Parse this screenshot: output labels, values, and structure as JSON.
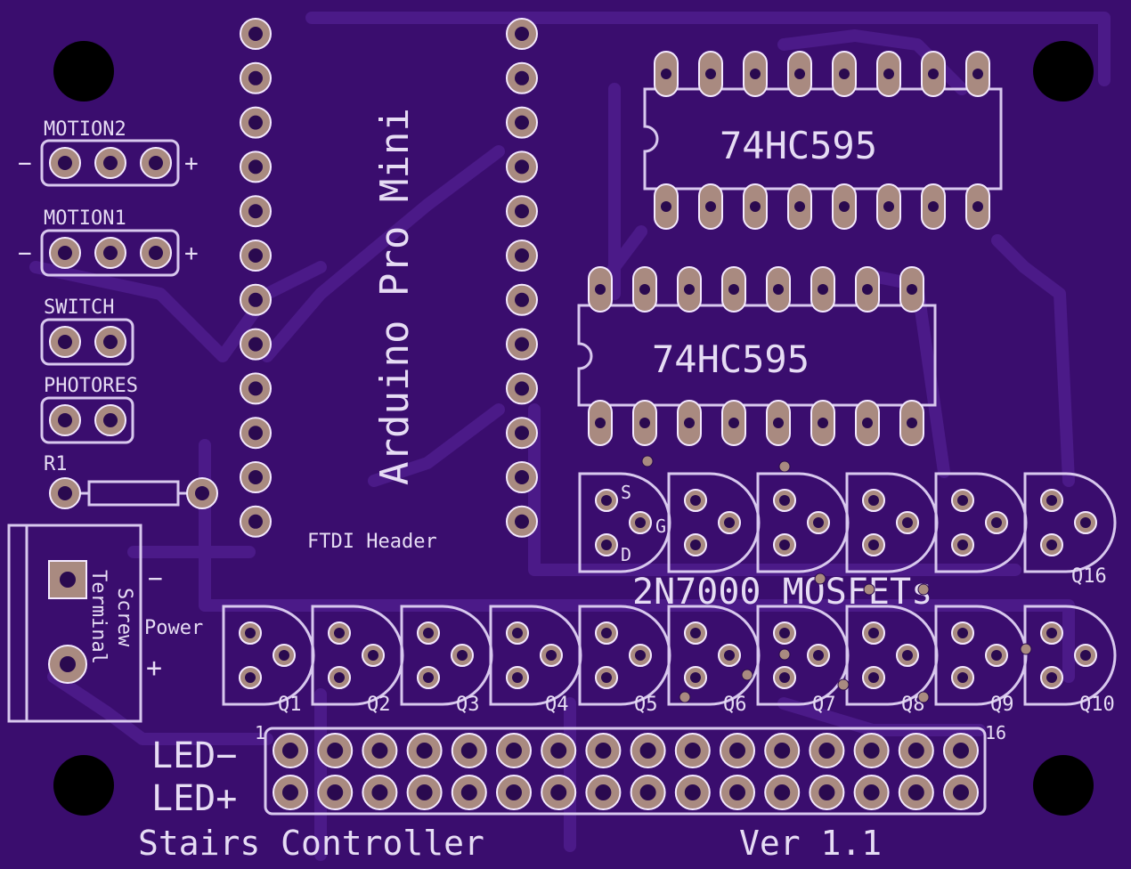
{
  "board": {
    "title": "Stairs Controller",
    "version": "Ver 1.1",
    "colors": {
      "background": "#3a0d6e",
      "silkscreen": "#d8c8ee",
      "pad": "#a98a80",
      "trace": "#4b1a88"
    }
  },
  "labels": {
    "motion2": "MOTION2",
    "motion1": "MOTION1",
    "switch": "SWITCH",
    "photores": "PHOTORES",
    "r1": "R1",
    "minus": "−",
    "plus": "+",
    "arduino": "Arduino Pro Mini",
    "ftdi": "FTDI Header",
    "ic1": "74HC595",
    "ic2": "74HC595",
    "mosfets": "2N7000 MOSFETs",
    "pin_s": "S",
    "pin_g": "G",
    "pin_d": "D",
    "q16": "Q16",
    "screw_line1": "Screw",
    "screw_line2": "Terminal",
    "term_minus": "−",
    "term_plus": "+",
    "power": "Power",
    "led_minus": "LED−",
    "led_plus": "LED+",
    "header_start": "1",
    "header_end": "16"
  },
  "transistor_labels": [
    "Q1",
    "Q2",
    "Q3",
    "Q4",
    "Q5",
    "Q6",
    "Q7",
    "Q8",
    "Q9",
    "Q10"
  ]
}
